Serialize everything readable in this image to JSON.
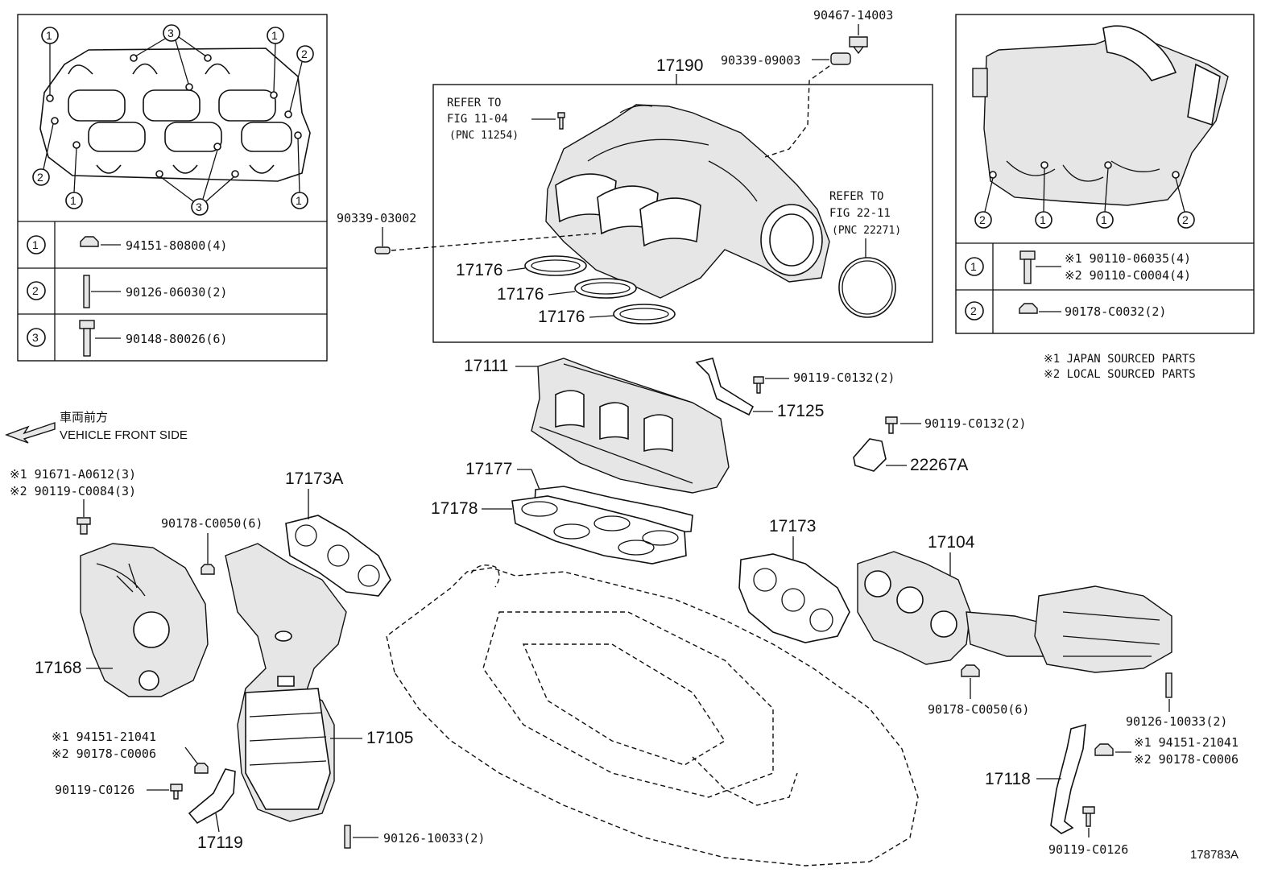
{
  "gasket_inset": {
    "callouts": [
      "1",
      "2",
      "3"
    ],
    "legend": [
      {
        "num": "1",
        "part": "94151-80800(4)"
      },
      {
        "num": "2",
        "part": "90126-06030(2)"
      },
      {
        "num": "3",
        "part": "90148-80026(6)"
      }
    ]
  },
  "manifold_inset": {
    "legend": [
      {
        "num": "1",
        "line1": "※1 90110-06035(4)",
        "line2": "※2 90110-C0004(4)"
      },
      {
        "num": "2",
        "line1": "90178-C0032(2)",
        "line2": ""
      }
    ],
    "notes": [
      "※1 JAPAN SOURCED PARTS",
      "※2 LOCAL SOURCED PARTS"
    ]
  },
  "intake_box": {
    "part": "17190",
    "refer1": {
      "l1": "REFER TO",
      "l2": "FIG 11-04",
      "l3": "(PNC 11254)"
    },
    "refer2": {
      "l1": "REFER TO",
      "l2": "FIG 22-11",
      "l3": "(PNC 22271)"
    },
    "gaskets": [
      "17176",
      "17176",
      "17176"
    ]
  },
  "labels": {
    "p90467_14003": "90467-14003",
    "p90339_09003": "90339-09003",
    "p90339_03002": "90339-03002",
    "p17111": "17111",
    "p90119_C0132a": "90119-C0132(2)",
    "p17125": "17125",
    "p90119_C0132b": "90119-C0132(2)",
    "p22267A": "22267A",
    "p17177": "17177",
    "p17178": "17178",
    "p17173A": "17173A",
    "p17173": "17173",
    "p17104": "17104",
    "p90178_C0050a": "90178-C0050(6)",
    "p90178_C0050b": "90178-C0050(6)",
    "p17168": "17168",
    "p17105": "17105",
    "p17119": "17119",
    "p17118": "17118",
    "p90126_10033a": "90126-10033(2)",
    "p90126_10033b": "90126-10033(2)",
    "p90119_C0126a": "90119-C0126",
    "p90119_C0126b": "90119-C0126",
    "left_top_1": "※1 91671-A0612(3)",
    "left_top_2": "※2 90119-C0084(3)",
    "left_mid_1": "※1 94151-21041",
    "left_mid_2": "※2 90178-C0006",
    "right_mid_1": "※1 94151-21041",
    "right_mid_2": "※2 90178-C0006",
    "front_jp": "車両前方",
    "front_en": "VEHICLE FRONT SIDE",
    "fig_id": "178783A"
  }
}
